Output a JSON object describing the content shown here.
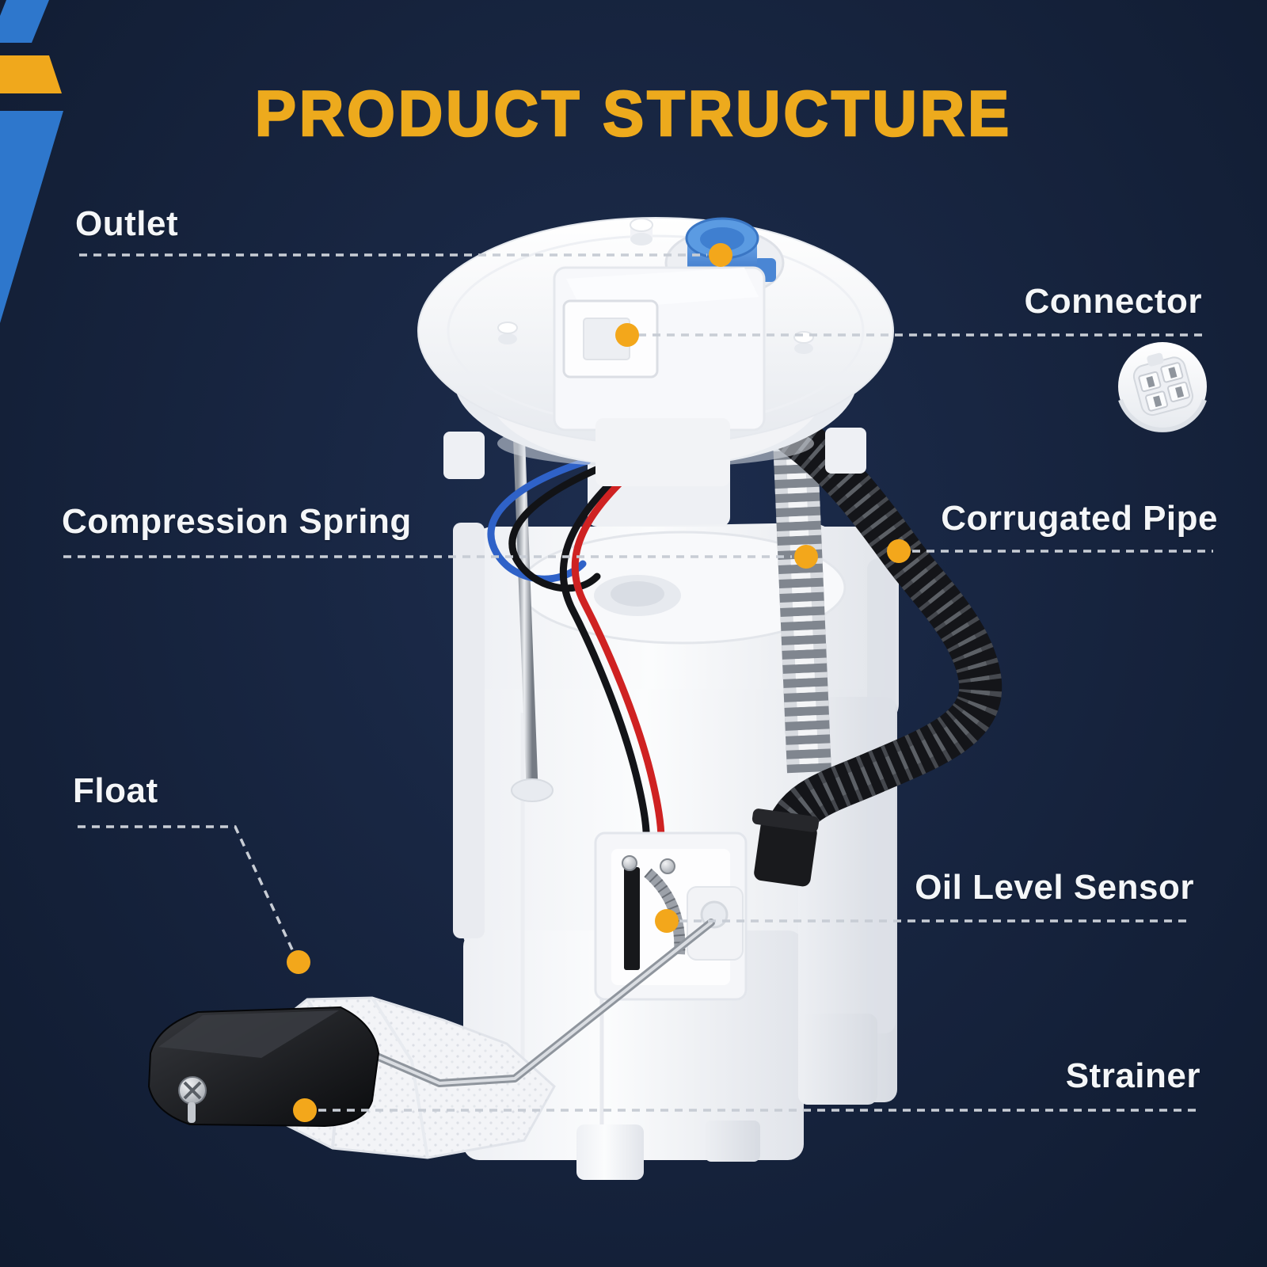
{
  "title": "PRODUCT STRUCTURE",
  "labels": {
    "outlet": "Outlet",
    "connector": "Connector",
    "compression_spring": "Compression Spring",
    "corrugated_pipe": "Corrugated Pipe",
    "float": "Float",
    "oil_level_sensor": "Oil Level Sensor",
    "strainer": "Strainer"
  },
  "colors": {
    "background_navy": "#16233d",
    "title_gold": "#edaa1d",
    "ribbon_blue": "#2e77cc",
    "ribbon_yellow": "#f0a81c",
    "callout_dot_orange": "#f3a71b",
    "leader_line_gray": "#c8cdd5",
    "label_white": "#f4f6f8",
    "outlet_cap_blue": "#3b82d8"
  },
  "icons": {
    "connector_inset": "connector-face-4-pin"
  }
}
